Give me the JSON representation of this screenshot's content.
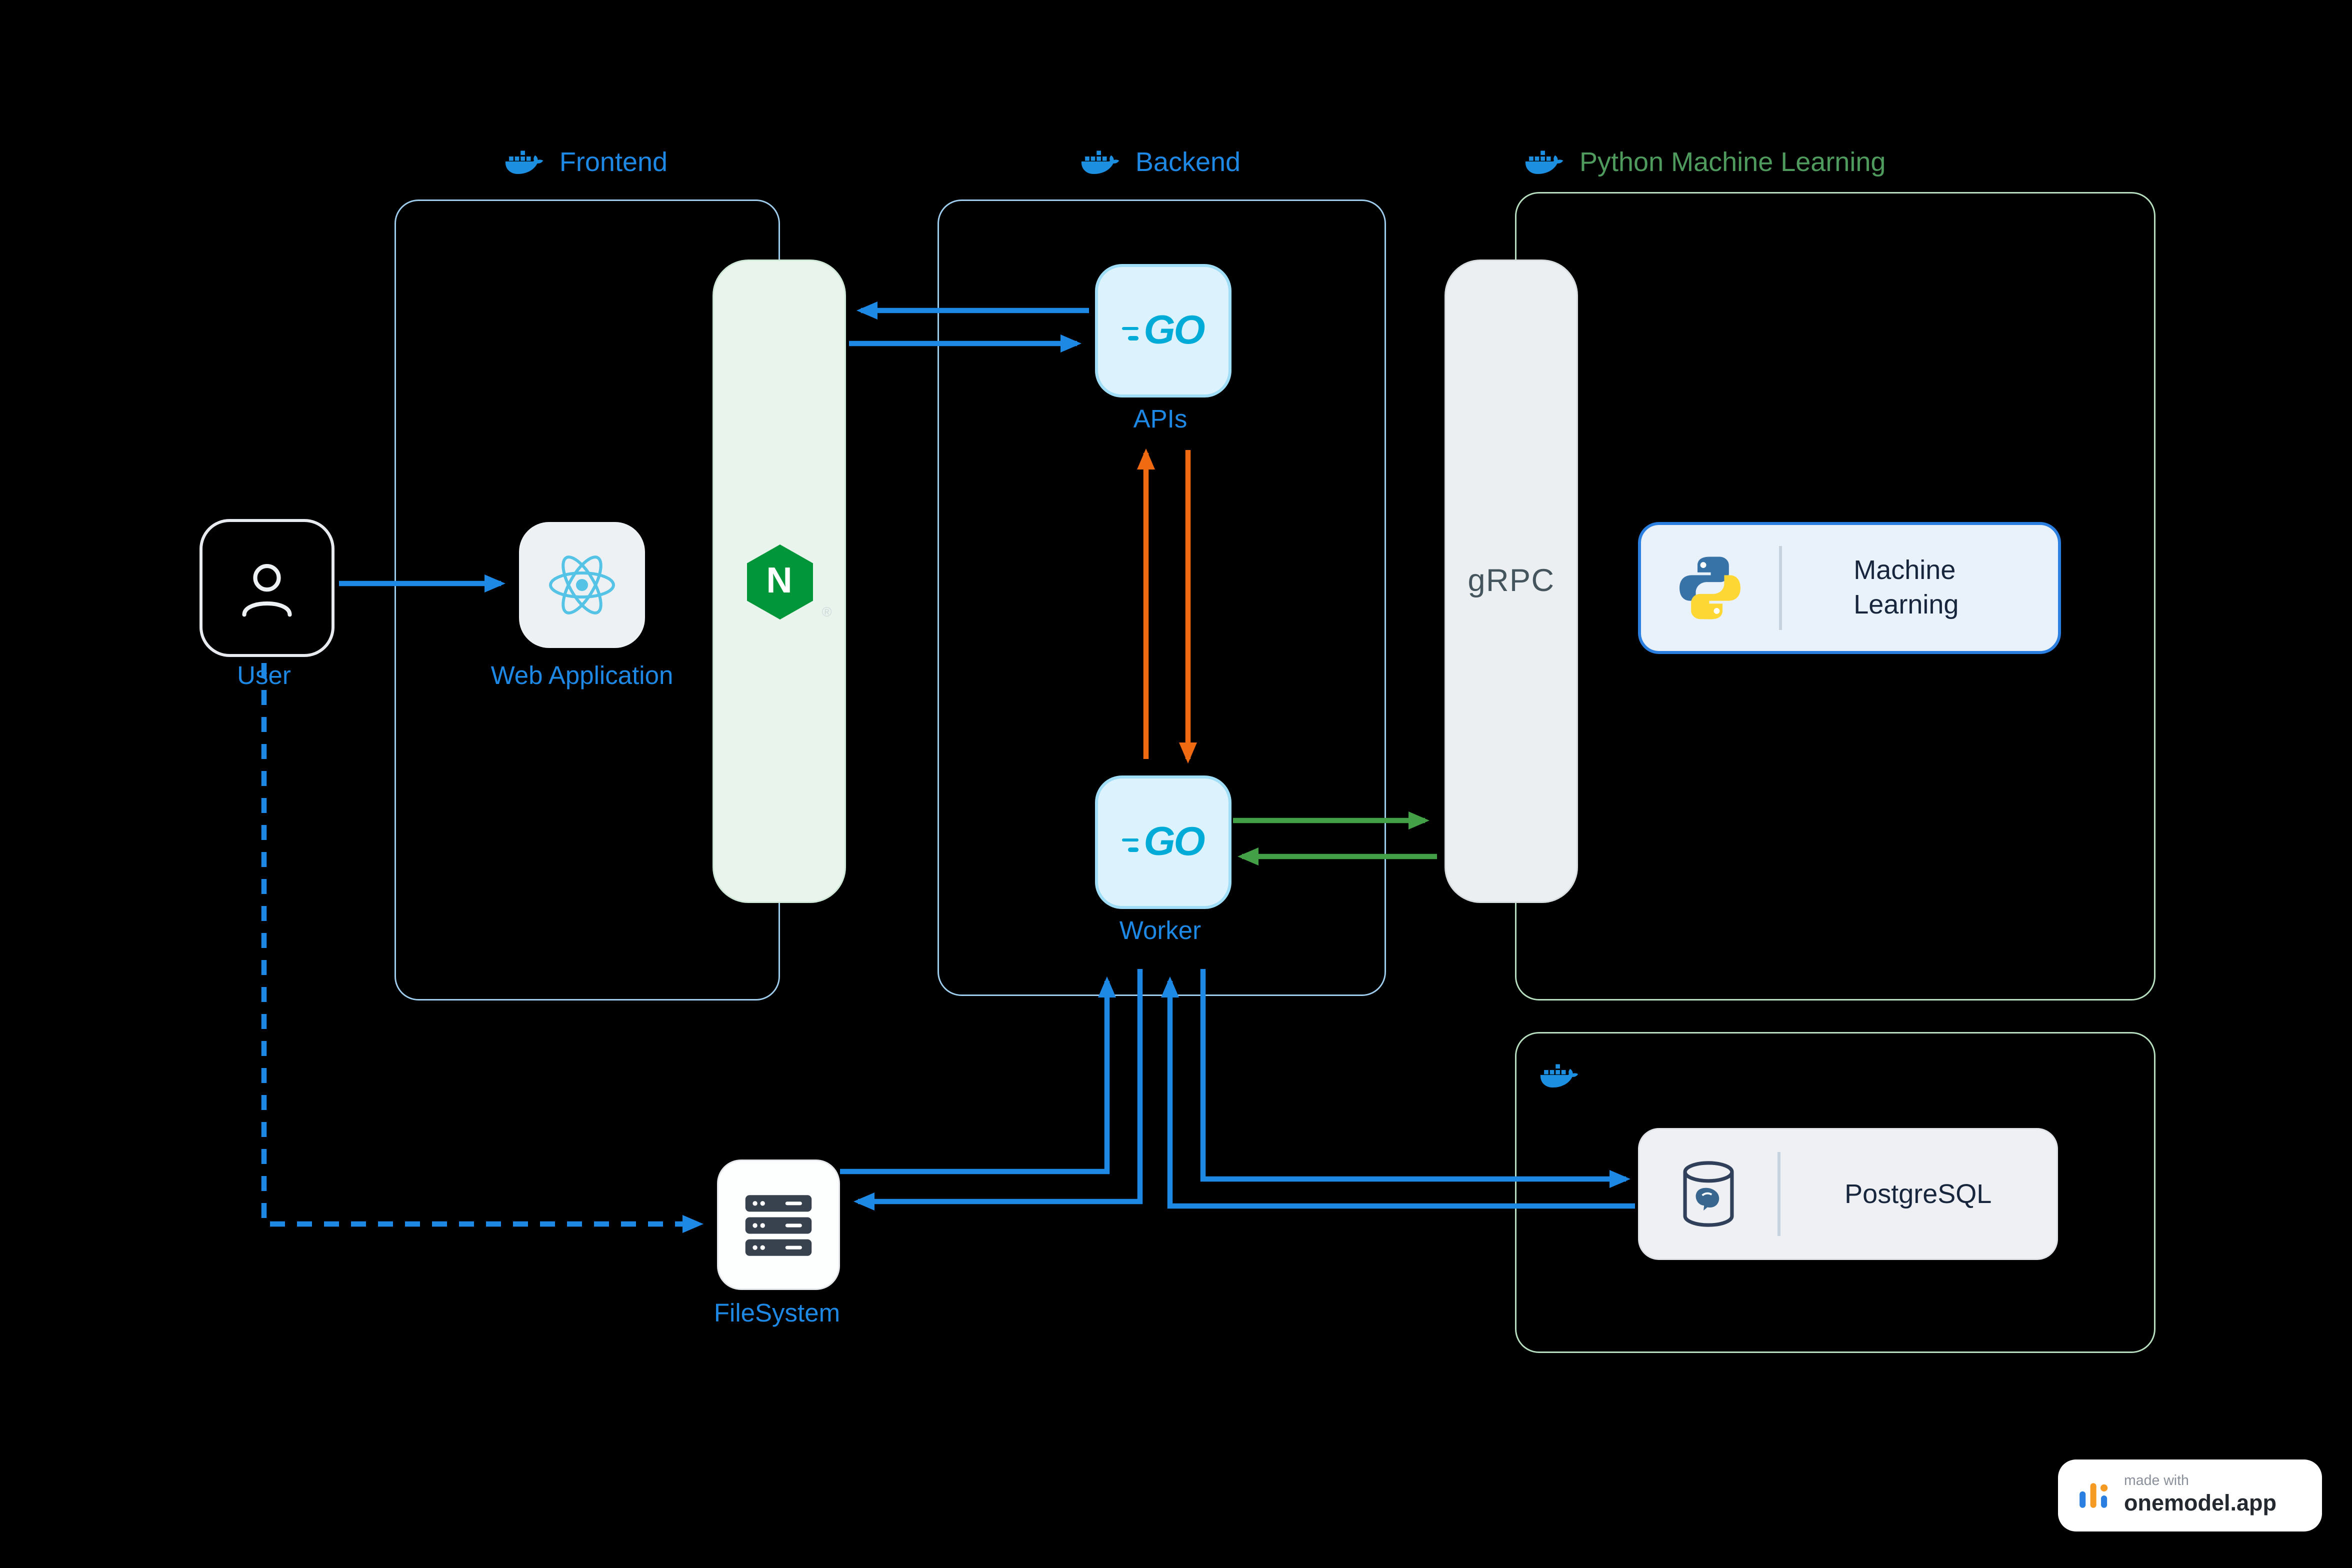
{
  "sections": {
    "frontend": {
      "label": "Frontend"
    },
    "backend": {
      "label": "Backend"
    },
    "python_ml": {
      "label": "Python Machine Learning"
    },
    "database": {
      "label": ""
    }
  },
  "nodes": {
    "user": {
      "label": "User"
    },
    "web_application": {
      "label": "Web Application"
    },
    "nginx": {
      "logo_text": "N",
      "registered": "®"
    },
    "apis": {
      "label": "APIs",
      "logo_text": "GO"
    },
    "worker": {
      "label": "Worker",
      "logo_text": "GO"
    },
    "grpc": {
      "label": "gRPC"
    },
    "machine_learning": {
      "label": "Machine Learning"
    },
    "postgresql": {
      "label": "PostgreSQL"
    },
    "filesystem": {
      "label": "FileSystem"
    }
  },
  "edges": [
    {
      "from": "user",
      "to": "web_application",
      "color": "blue",
      "style": "solid"
    },
    {
      "from": "apis",
      "to": "nginx",
      "color": "blue",
      "style": "solid"
    },
    {
      "from": "nginx",
      "to": "apis",
      "color": "blue",
      "style": "solid"
    },
    {
      "from": "worker",
      "to": "apis",
      "color": "orange",
      "style": "solid"
    },
    {
      "from": "apis",
      "to": "worker",
      "color": "orange",
      "style": "solid"
    },
    {
      "from": "worker",
      "to": "grpc",
      "color": "green",
      "style": "solid"
    },
    {
      "from": "grpc",
      "to": "worker",
      "color": "green",
      "style": "solid"
    },
    {
      "from": "user",
      "to": "filesystem",
      "color": "blue",
      "style": "dashed"
    },
    {
      "from": "filesystem",
      "to": "worker",
      "color": "blue",
      "style": "solid"
    },
    {
      "from": "worker",
      "to": "filesystem",
      "color": "blue",
      "style": "solid"
    },
    {
      "from": "worker",
      "to": "postgresql",
      "color": "blue",
      "style": "solid"
    },
    {
      "from": "postgresql",
      "to": "worker",
      "color": "blue",
      "style": "solid"
    }
  ],
  "badge": {
    "made_with": "made with",
    "brand": "onemodel.app"
  },
  "colors": {
    "blue": "#1e88e5",
    "orange": "#f06a12",
    "green": "#43a047"
  }
}
